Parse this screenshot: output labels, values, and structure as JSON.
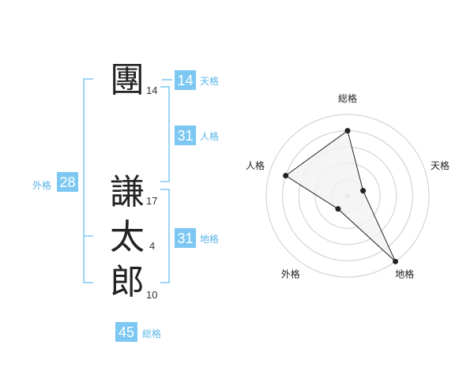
{
  "accent_color": "#7cc8f2",
  "label_color": "#5bb5e8",
  "name": {
    "chars": [
      {
        "char": "團",
        "strokes": "14"
      },
      {
        "char": "謙",
        "strokes": "17"
      },
      {
        "char": "太",
        "strokes": "4"
      },
      {
        "char": "郎",
        "strokes": "10"
      }
    ]
  },
  "fortunes": {
    "tenkaku": {
      "value": "14",
      "label": "天格"
    },
    "jinkaku": {
      "value": "31",
      "label": "人格"
    },
    "chikaku": {
      "value": "31",
      "label": "地格"
    },
    "gaikaku": {
      "value": "28",
      "label": "外格"
    },
    "soukaku": {
      "value": "45",
      "label": "総格"
    }
  },
  "chart_data": {
    "type": "radar",
    "axes": [
      "総格",
      "天格",
      "地格",
      "外格",
      "人格"
    ],
    "rings": 5,
    "max": 5,
    "values": [
      4,
      1,
      5,
      1,
      4
    ],
    "fill_color": "#f2f2f2",
    "line_color": "#222222",
    "grid_color": "#cccccc"
  }
}
